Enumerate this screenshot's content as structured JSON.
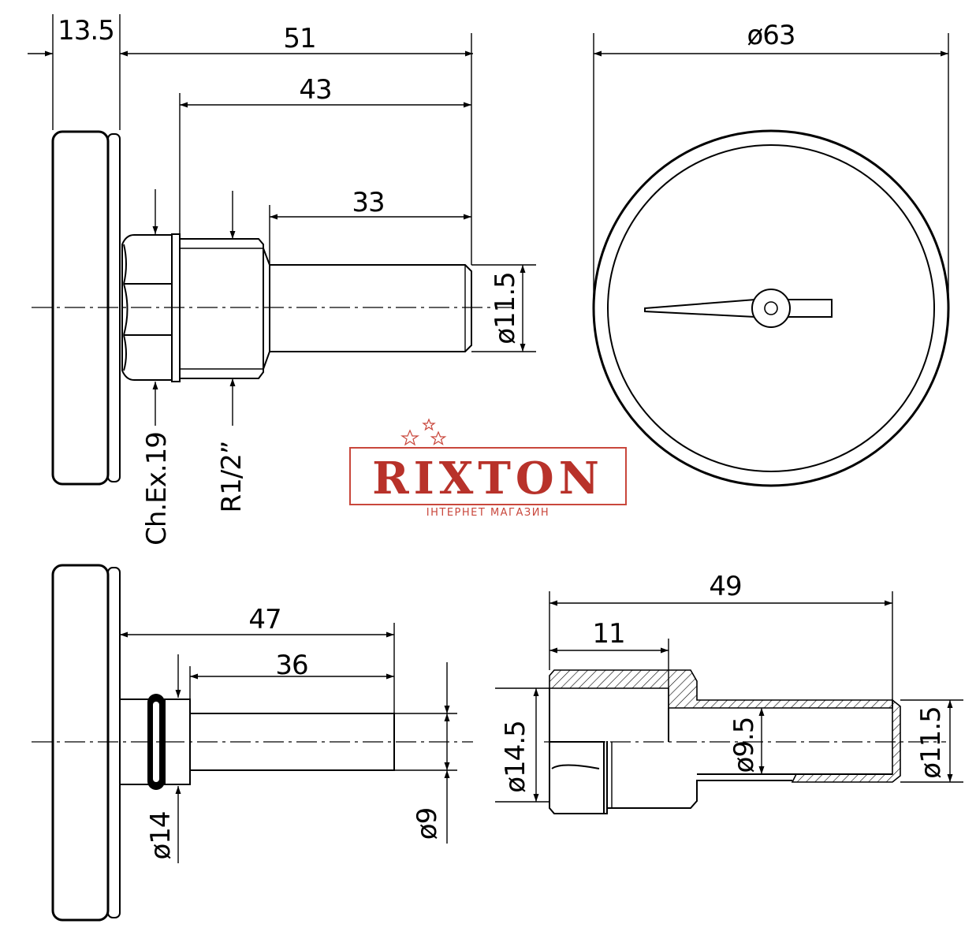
{
  "dimensions": {
    "top_left": {
      "face_depth": "13.5",
      "total_length": "51",
      "thread_to_tip": "43",
      "stem_length": "33",
      "stem_diameter": "ø11.5",
      "hex": "Ch.Ex.19",
      "thread": "R1/2”"
    },
    "top_right": {
      "dial_diameter": "ø63"
    },
    "bottom_left": {
      "total_length": "47",
      "stem_length": "36",
      "collar_diameter": "ø14",
      "stem_diameter": "ø9"
    },
    "bottom_right": {
      "total_length": "49",
      "thread_length": "11",
      "outer_diameter": "ø14.5",
      "bore_diameter": "ø9.5",
      "sleeve_diameter": "ø11.5"
    }
  },
  "logo": {
    "brand": "RIXTON",
    "tagline": "ІНТЕРНЕТ МАГАЗИН",
    "color": "#b8322a"
  }
}
